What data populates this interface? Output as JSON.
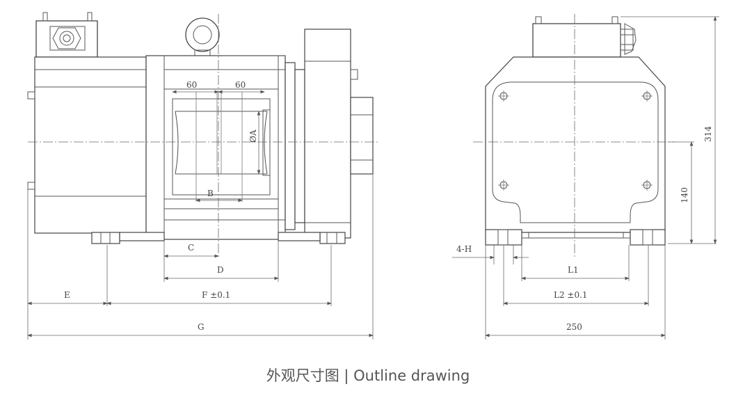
{
  "caption": "外观尺寸图 | Outline drawing",
  "labels": {
    "d60a": "60",
    "d60b": "60",
    "dA": "ØA",
    "dB": "B",
    "dC": "C",
    "dD": "D",
    "dE": "E",
    "dF": "F ±0.1",
    "dG": "G",
    "d4H": "4-H",
    "dL1": "L1",
    "dL2": "L2 ±0.1",
    "d250": "250",
    "d140": "140",
    "d314": "314"
  }
}
